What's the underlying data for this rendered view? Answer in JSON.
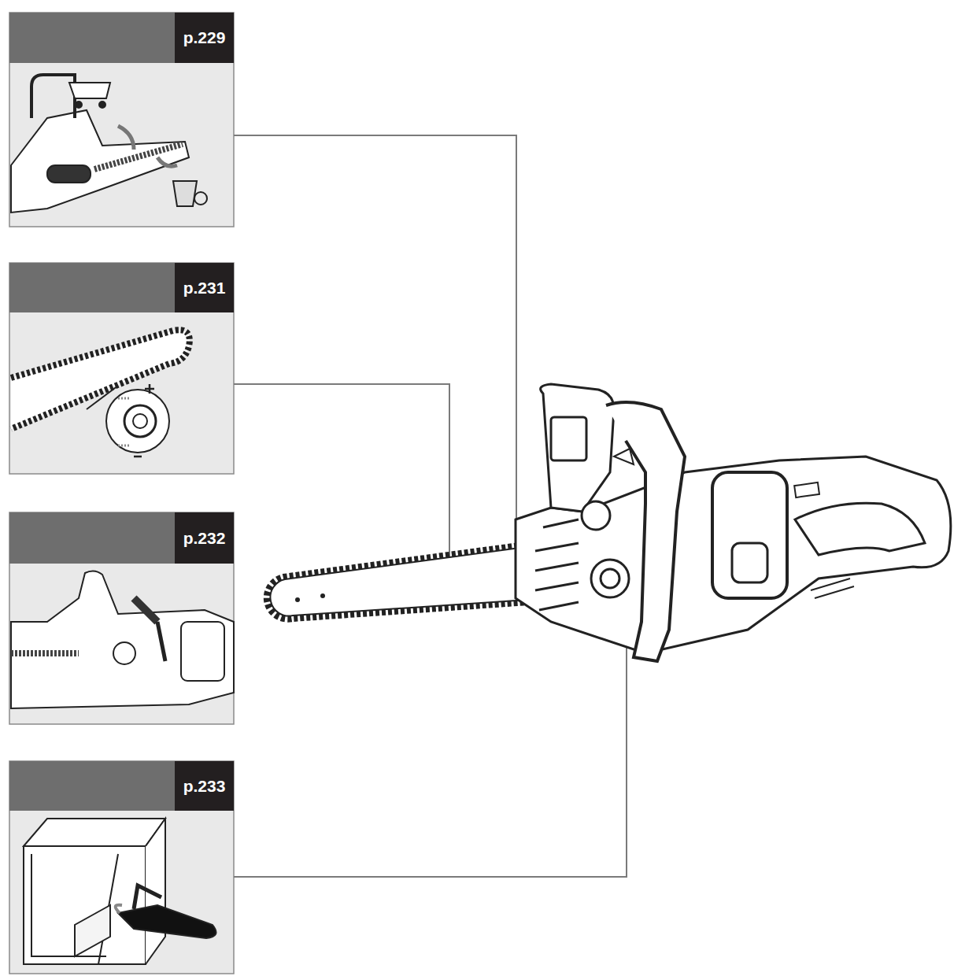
{
  "diagram": {
    "nodes": [
      {
        "text": [
          "p.229"
        ]
      },
      {
        "text": [
          "p.231"
        ]
      },
      {
        "text": [
          "p.232"
        ]
      },
      {
        "text": [
          "p.233"
        ]
      }
    ]
  }
}
